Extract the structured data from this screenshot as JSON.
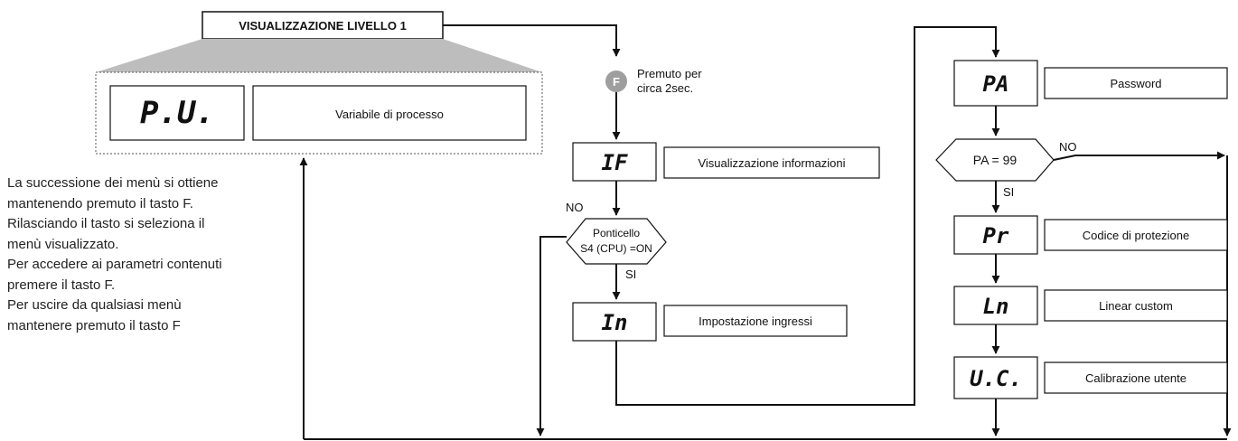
{
  "title_box": "VISUALIZZAZIONE LIVELLO 1",
  "pv": {
    "display": "P.U.",
    "label": "Variabile di processo"
  },
  "description": [
    "La successione dei menù si ottiene",
    "mantenendo premuto il tasto F.",
    "Rilasciando il tasto si seleziona il",
    "menù visualizzato.",
    "Per accedere ai parametri contenuti",
    "premere il tasto F.",
    "Per uscire da qualsiasi menù",
    "mantenere premuto il tasto F"
  ],
  "f_key": {
    "symbol": "F",
    "note_line1": "Premuto per",
    "note_line2": "circa 2sec."
  },
  "left_column": {
    "info": {
      "display": "IF",
      "label": "Visualizzazione informazioni"
    },
    "decision": {
      "line1": "Ponticello",
      "line2": "S4 (CPU) =ON",
      "no": "NO",
      "yes": "SI"
    },
    "inputs": {
      "display": "In",
      "label": "Impostazione ingressi"
    }
  },
  "right_column": {
    "password": {
      "display": "PA",
      "label": "Password"
    },
    "decision": {
      "text": "PA = 99",
      "no": "NO",
      "yes": "SI"
    },
    "protection": {
      "display": "Pr",
      "label": "Codice di protezione"
    },
    "linear": {
      "display": "Ln",
      "label": "Linear custom"
    },
    "calibration": {
      "display": "U.C.",
      "label": "Calibrazione utente"
    }
  },
  "colors": {
    "line": "#111111",
    "callout": "#bdbdbd",
    "f_key": "#9e9e9e"
  }
}
